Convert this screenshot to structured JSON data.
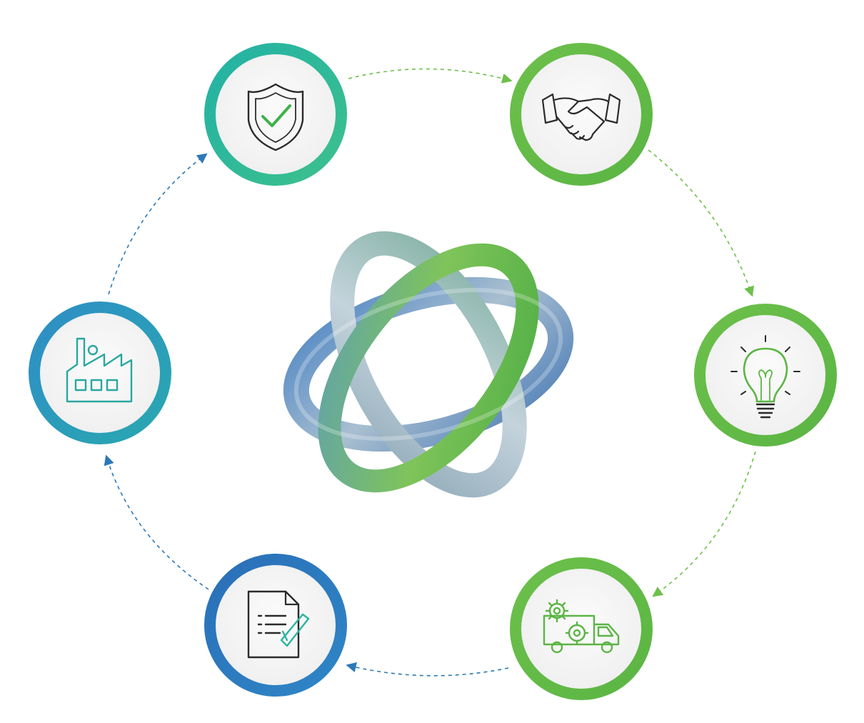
{
  "diagram": {
    "nodes": [
      {
        "id": "shield",
        "icon": "shield-check-icon",
        "ring_color": "#2bb5a0"
      },
      {
        "id": "handshake",
        "icon": "handshake-icon",
        "ring_color": "#6cc04a"
      },
      {
        "id": "lightbulb",
        "icon": "lightbulb-icon",
        "ring_color": "#6cc04a"
      },
      {
        "id": "truck",
        "icon": "delivery-truck-gears-icon",
        "ring_color": "#6cc04a"
      },
      {
        "id": "document",
        "icon": "document-checklist-icon",
        "ring_color": "#2a79b8"
      },
      {
        "id": "factory",
        "icon": "factory-icon",
        "ring_color": "#2f86c6"
      }
    ],
    "edges": [
      {
        "from": "shield",
        "to": "handshake",
        "color": "#6cc04a"
      },
      {
        "from": "handshake",
        "to": "lightbulb",
        "color": "#6cc04a"
      },
      {
        "from": "lightbulb",
        "to": "truck",
        "color": "#6cc04a"
      },
      {
        "from": "truck",
        "to": "document",
        "color": "#2a79b8"
      },
      {
        "from": "document",
        "to": "factory",
        "color": "#2a79b8"
      },
      {
        "from": "factory",
        "to": "shield",
        "color": "#2a79b8"
      }
    ],
    "center": {
      "icon": "interlocked-rings-knot",
      "colors": [
        "#5a8fc8",
        "#9ab0c0",
        "#78bf4a"
      ]
    }
  }
}
